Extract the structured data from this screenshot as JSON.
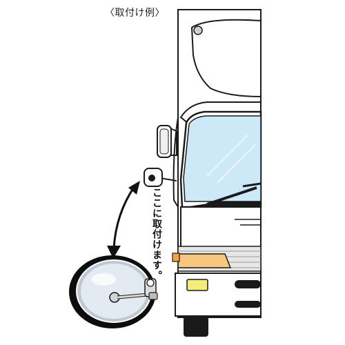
{
  "caption": "〈取付け例〉",
  "note": "ここに取付けます。",
  "colors": {
    "windshield": "#cde9f7",
    "outline": "#1a1a1a",
    "headlamp": "#f7c77d",
    "fog_lamp": "#f5ec79",
    "mirror_rim": "#0d0d0d",
    "mirror_glass": "#e3eaf2",
    "grille": "#e6e6e6"
  },
  "icons": {
    "arrow": "double-headed-curved-arrow",
    "mirror": "round-convex-mirror-icon"
  }
}
